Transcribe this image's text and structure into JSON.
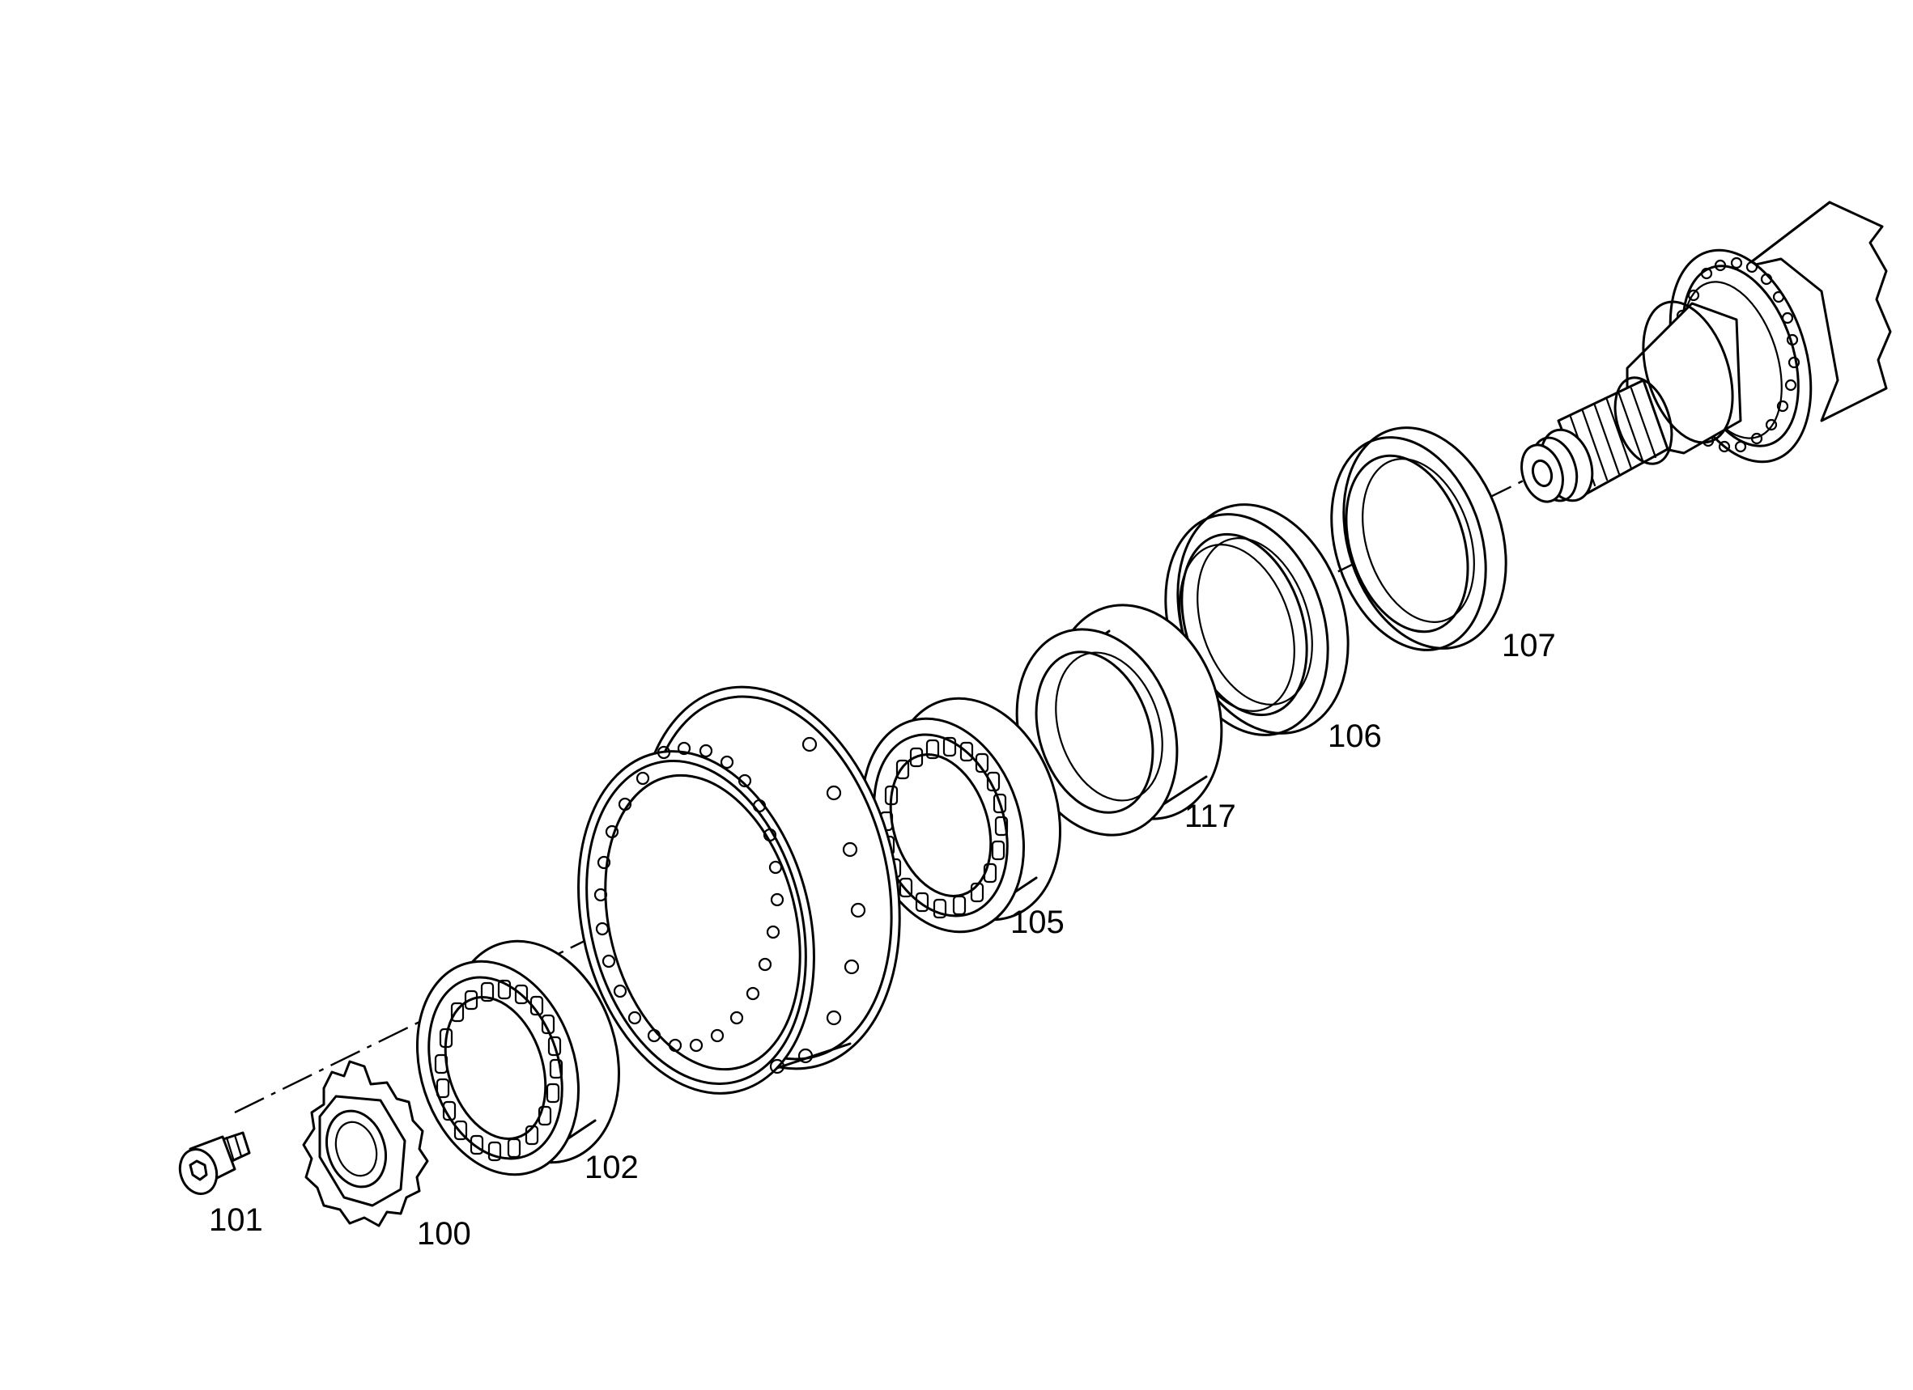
{
  "diagram": {
    "parts": [
      {
        "id": "part-101",
        "label": "101",
        "kind": "socket-head-screw"
      },
      {
        "id": "part-100",
        "label": "100",
        "kind": "slotted-nut"
      },
      {
        "id": "part-102",
        "label": "102",
        "kind": "roller-bearing"
      },
      {
        "id": "part-hub",
        "label": "",
        "kind": "wheel-hub"
      },
      {
        "id": "part-105",
        "label": "105",
        "kind": "roller-bearing"
      },
      {
        "id": "part-117",
        "label": "117",
        "kind": "spacer-ring"
      },
      {
        "id": "part-106",
        "label": "106",
        "kind": "seal-ring"
      },
      {
        "id": "part-107",
        "label": "107",
        "kind": "seal-ring"
      },
      {
        "id": "part-shaft",
        "label": "",
        "kind": "splined-axle-shaft"
      }
    ]
  }
}
